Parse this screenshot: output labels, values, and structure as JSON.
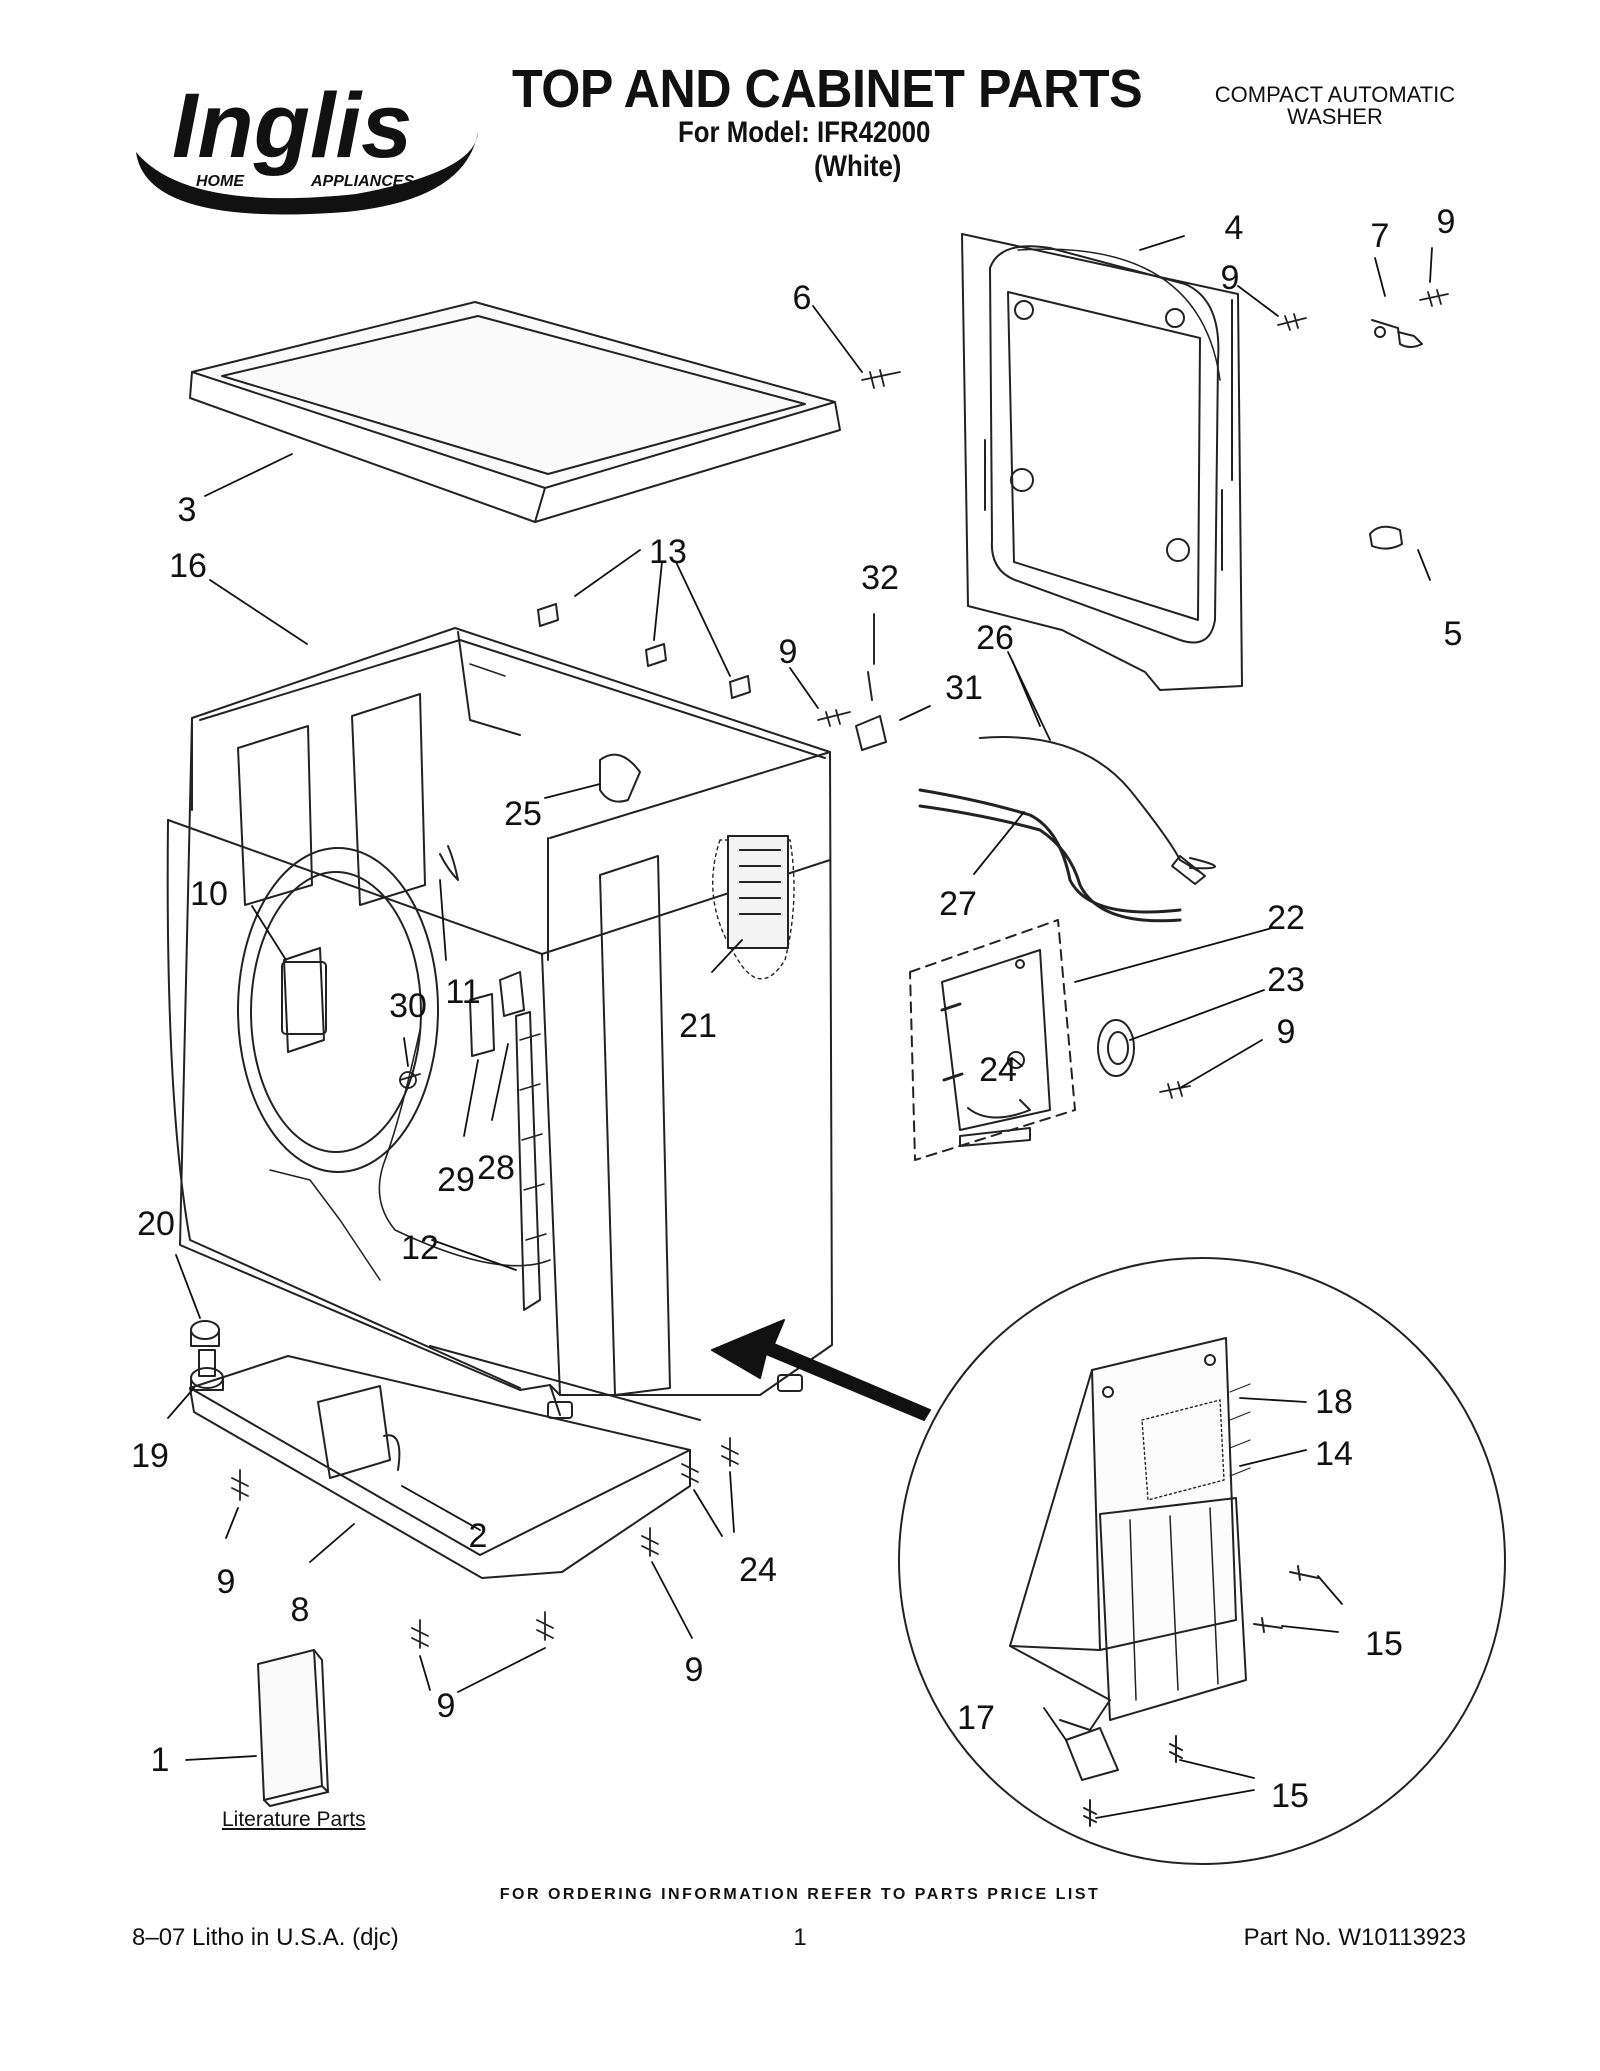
{
  "header": {
    "brand": "Inglis",
    "brand_tagline_left": "HOME",
    "brand_tagline_right": "APPLIANCES",
    "title": "TOP AND CABINET PARTS",
    "model_line": "For Model: IFR42000",
    "variant": "(White)",
    "appliance_line1": "COMPACT AUTOMATIC",
    "appliance_line2": "WASHER"
  },
  "callouts": [
    "1",
    "2",
    "3",
    "4",
    "5",
    "6",
    "7",
    "8",
    "9",
    "9",
    "9",
    "9",
    "9",
    "9",
    "9",
    "9",
    "10",
    "11",
    "12",
    "13",
    "14",
    "15",
    "15",
    "16",
    "17",
    "18",
    "19",
    "20",
    "21",
    "22",
    "23",
    "24",
    "24",
    "25",
    "26",
    "27",
    "28",
    "29",
    "30",
    "31",
    "32"
  ],
  "literature_label": "Literature Parts",
  "footer": {
    "ordering_note": "FOR ORDERING INFORMATION REFER TO PARTS PRICE LIST",
    "litho": "8–07 Litho in U.S.A. (djc)",
    "page": "1",
    "part_no": "Part No. W10113923"
  }
}
